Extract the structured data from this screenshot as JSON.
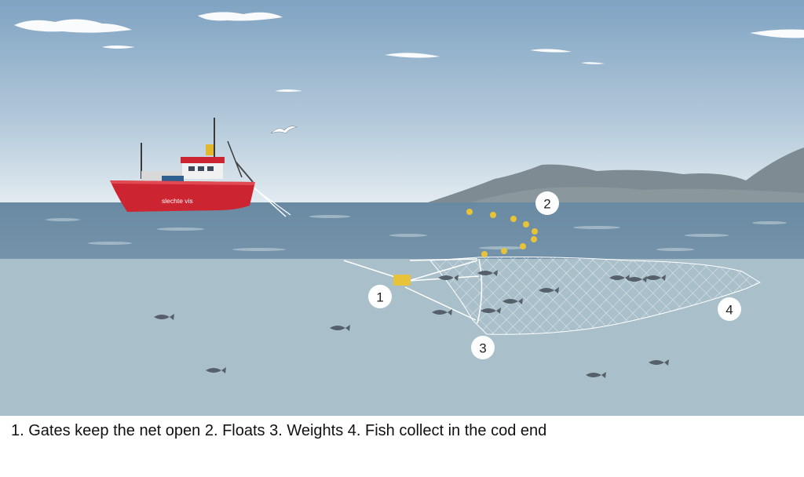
{
  "labels": {
    "gates": "1",
    "floats": "2",
    "weights": "3",
    "cod_end": "4"
  },
  "boat": {
    "name": "slechte vis"
  },
  "caption": "1. Gates keep the net open 2. Floats 3. Weights 4. Fish collect in the cod end",
  "colors": {
    "sky_top": "#86a8c7",
    "sky_bottom": "#d9e6ee",
    "sea_surface": "#6d8ea6",
    "underwater": "#a9bfca",
    "hull": "#cc2430",
    "float": "#e7c33a",
    "mountain": "#7f8c93"
  }
}
